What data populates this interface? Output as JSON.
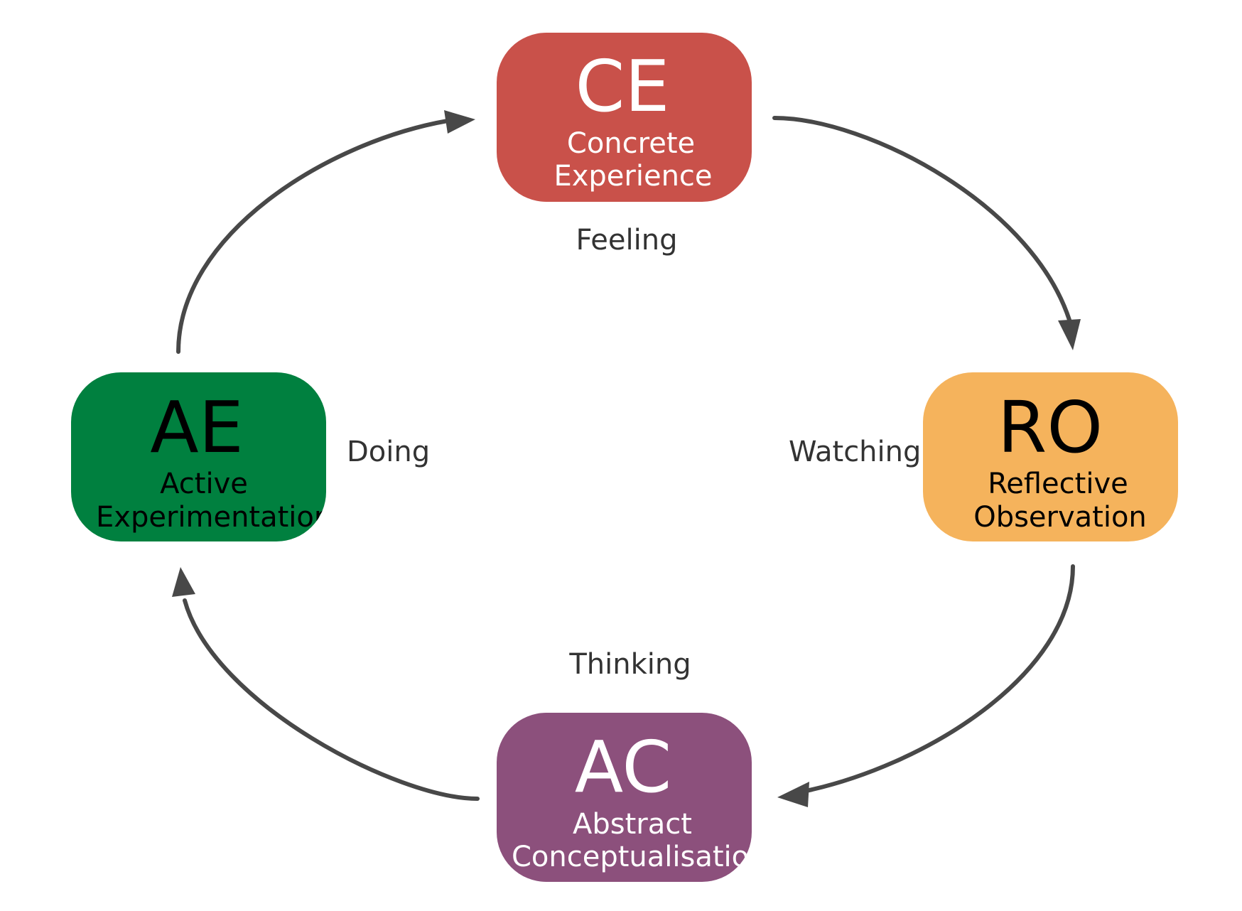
{
  "stages": [
    {
      "id": "ce",
      "abbr": "CE",
      "lines": [
        "Concrete",
        "Experience"
      ],
      "color": "#c9514a",
      "text_color": "#ffffff"
    },
    {
      "id": "ro",
      "abbr": "RO",
      "lines": [
        "Reflective",
        "Observation"
      ],
      "color": "#f5b35c",
      "text_color": "#000000"
    },
    {
      "id": "ac",
      "abbr": "AC",
      "lines": [
        "Abstract",
        "Conceptualisation"
      ],
      "color": "#8c507c",
      "text_color": "#ffffff"
    },
    {
      "id": "ae",
      "abbr": "AE",
      "lines": [
        "Active",
        "Experimentation"
      ],
      "color": "#00803f",
      "text_color": "#000000"
    }
  ],
  "modes": {
    "feeling": "Feeling",
    "watching": "Watching",
    "thinking": "Thinking",
    "doing": "Doing"
  },
  "arrow_color": "#484848"
}
